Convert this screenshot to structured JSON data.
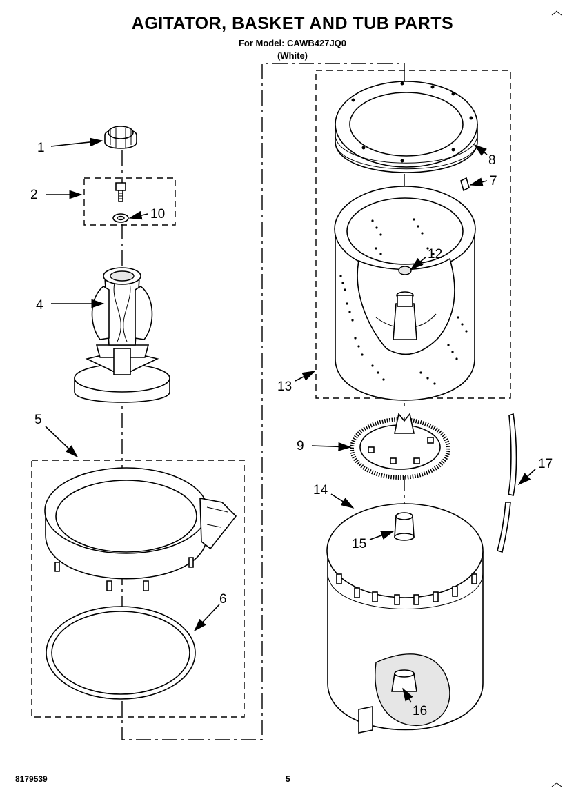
{
  "header": {
    "title": "AGITATOR, BASKET AND TUB PARTS",
    "model_line": "For Model: CAWB427JQ0",
    "color_line": "(White)"
  },
  "callouts": [
    "1",
    "2",
    "4",
    "5",
    "6",
    "7",
    "8",
    "9",
    "10",
    "12",
    "13",
    "14",
    "15",
    "16",
    "17"
  ],
  "footer": {
    "doc_number": "8179539",
    "page_number": "5"
  }
}
